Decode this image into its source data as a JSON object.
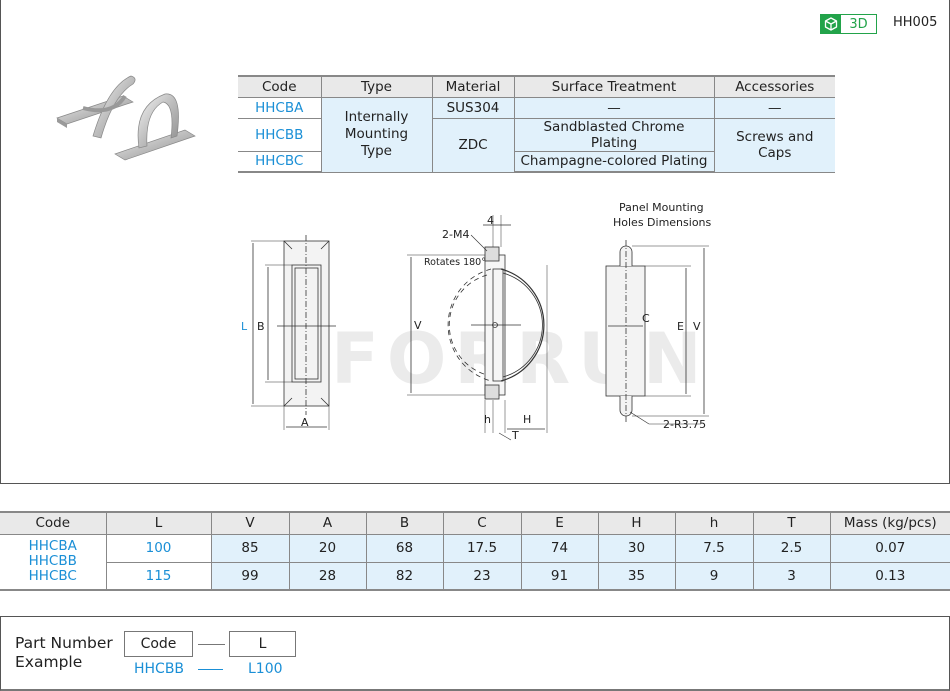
{
  "header": {
    "badge_3d_label": "3D",
    "model_code": "HH005"
  },
  "spec_table": {
    "headers": [
      "Code",
      "Type",
      "Material",
      "Surface Treatment",
      "Accessories"
    ],
    "rows": [
      {
        "code": "HHCBA",
        "material": "SUS304",
        "surface": "—",
        "accessories": "—"
      },
      {
        "code": "HHCBB",
        "surface": "Sandblasted Chrome Plating"
      },
      {
        "code": "HHCBC",
        "surface": "Champagne-colored Plating"
      }
    ],
    "type_merged": "Internally Mounting Type",
    "material_merged": "ZDC",
    "accessories_merged": "Screws and Caps"
  },
  "drawing": {
    "front_labels": {
      "L": "L",
      "B": "B",
      "A": "A"
    },
    "side_labels": {
      "M4": "2-M4",
      "four": "4",
      "rotates": "Rotates 180°",
      "V": "V",
      "h": "h",
      "H": "H",
      "T": "T"
    },
    "panel": {
      "title_line1": "Panel Mounting",
      "title_line2": "Holes Dimensions",
      "C": "C",
      "E": "E",
      "V": "V",
      "R": "2-R3.75"
    },
    "watermark": "FORRUN"
  },
  "dims_table": {
    "headers": [
      "Code",
      "L",
      "V",
      "A",
      "B",
      "C",
      "E",
      "H",
      "h",
      "T",
      "Mass (kg/pcs)"
    ],
    "codes": [
      "HHCBA",
      "HHCBB",
      "HHCBC"
    ],
    "rows": [
      {
        "L": "100",
        "V": "85",
        "A": "20",
        "B": "68",
        "C": "17.5",
        "E": "74",
        "H": "30",
        "h": "7.5",
        "T": "2.5",
        "mass": "0.07"
      },
      {
        "L": "115",
        "V": "99",
        "A": "28",
        "B": "82",
        "C": "23",
        "E": "91",
        "H": "35",
        "h": "9",
        "T": "3",
        "mass": "0.13"
      }
    ]
  },
  "part_number": {
    "label_line1": "Part Number",
    "label_line2": "Example",
    "code_header": "Code",
    "l_header": "L",
    "code_value": "HHCBB",
    "l_value": "L100"
  },
  "colors": {
    "accent_blue": "#1a8fd6",
    "accent_green": "#22a34a",
    "cell_blue": "#e1f1fb",
    "header_gray": "#e9e9e9"
  }
}
